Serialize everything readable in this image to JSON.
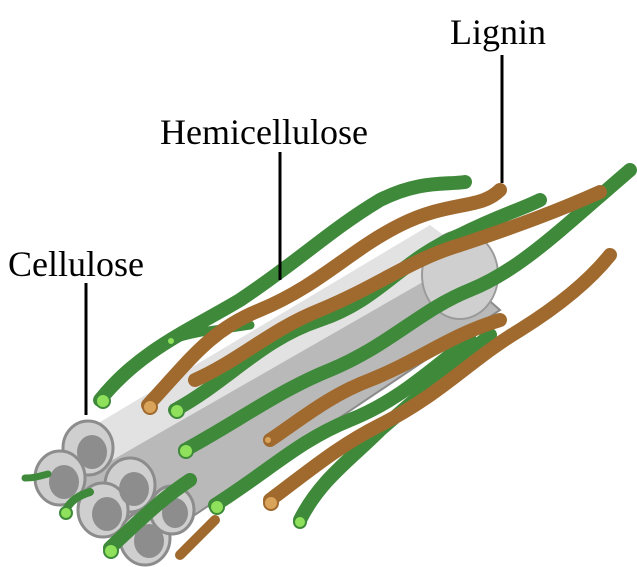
{
  "labels": {
    "cellulose": "Cellulose",
    "hemicellulose": "Hemicellulose",
    "lignin": "Lignin"
  },
  "colors": {
    "background": "#ffffff",
    "cellulose_face": "#d6d6d6",
    "cellulose_side": "#a9a9a9",
    "cellulose_hole": "#8d8d8d",
    "hemicellulose": "#3f8a3a",
    "hemicellulose_tip": "#8fe05a",
    "lignin": "#a06a2e",
    "lignin_tip": "#d9a45a",
    "leader_line": "#000000"
  }
}
